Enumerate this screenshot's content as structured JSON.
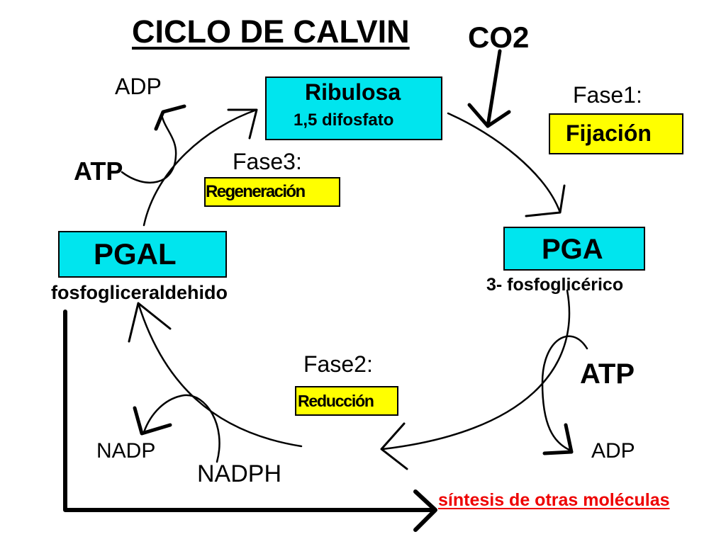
{
  "title": "CICLO DE CALVIN",
  "input": "CO2",
  "compounds": {
    "ribulosa": {
      "name": "Ribulosa",
      "detail": "1,5 difosfato"
    },
    "pga": {
      "name": "PGA",
      "detail": "3- fosfoglicérico"
    },
    "pgal": {
      "name": "PGAL",
      "detail": "fosfogliceraldehido"
    }
  },
  "phases": {
    "fase1": {
      "label": "Fase1:",
      "name": "Fijación"
    },
    "fase2": {
      "label": "Fase2:",
      "name": "Reducción"
    },
    "fase3": {
      "label": "Fase3:",
      "name": "Regeneración"
    }
  },
  "cofactors": {
    "atp_left": "ATP",
    "adp_left": "ADP",
    "atp_right": "ATP",
    "adp_right": "ADP",
    "nadp": "NADP",
    "nadph": "NADPH"
  },
  "output": "síntesis de otras moléculas",
  "colors": {
    "compound_box": "#00e5ee",
    "phase_box": "#ffff00",
    "output_text": "#ee0000"
  }
}
